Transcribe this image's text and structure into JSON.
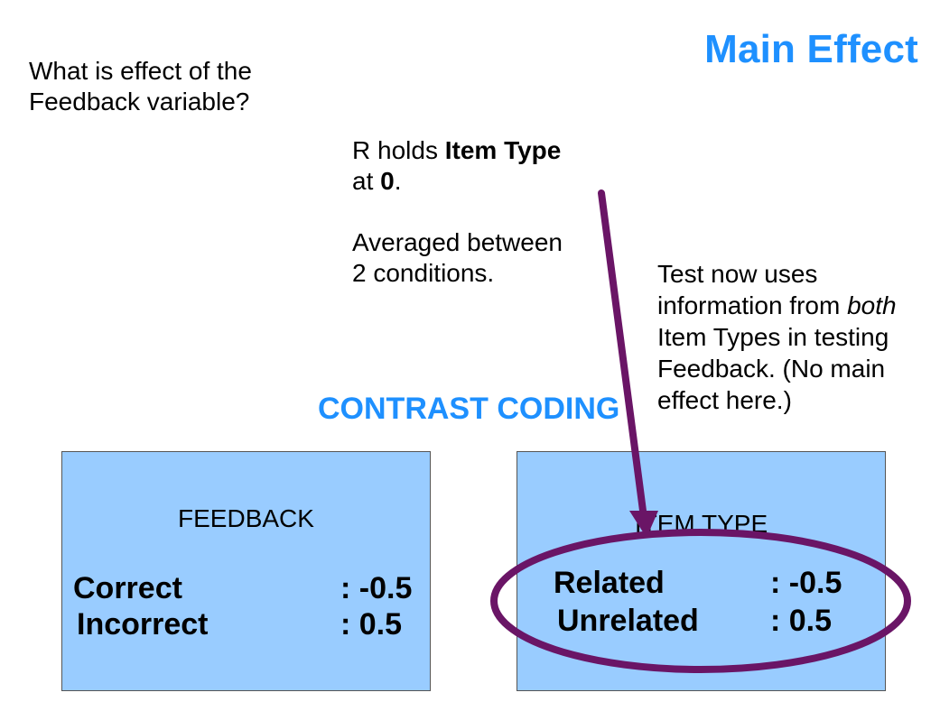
{
  "title": "Main Effect",
  "question": {
    "line1": "What is effect of the",
    "line2": "Feedback variable?"
  },
  "r_note": {
    "line1_prefix": "R holds ",
    "line1_bold": "Item Type",
    "line2_prefix": "at ",
    "line2_bold": "0",
    "line2_suffix": ".",
    "line3": "Averaged between",
    "line4": "2 conditions."
  },
  "test_note": {
    "line1": "Test now uses",
    "line2_prefix": "information from ",
    "line2_italic": "both",
    "line3": "Item Types in testing",
    "line4": "Feedback.  (No main",
    "line5": "effect here.)"
  },
  "contrast_heading": "CONTRAST CODING",
  "feedback_box": {
    "title": "FEEDBACK",
    "rows": [
      {
        "label": "Correct",
        "value": ": -0.5"
      },
      {
        "label": "Incorrect",
        "value": ":  0.5"
      }
    ]
  },
  "itemtype_box": {
    "title": "ITEM TYPE",
    "rows": [
      {
        "label": "Related",
        "value": ": -0.5"
      },
      {
        "label": "Unrelated",
        "value": ":  0.5"
      }
    ]
  },
  "colors": {
    "accent_blue": "#1e90ff",
    "box_fill": "#99ccff",
    "annotation_purple": "#6a1566"
  }
}
